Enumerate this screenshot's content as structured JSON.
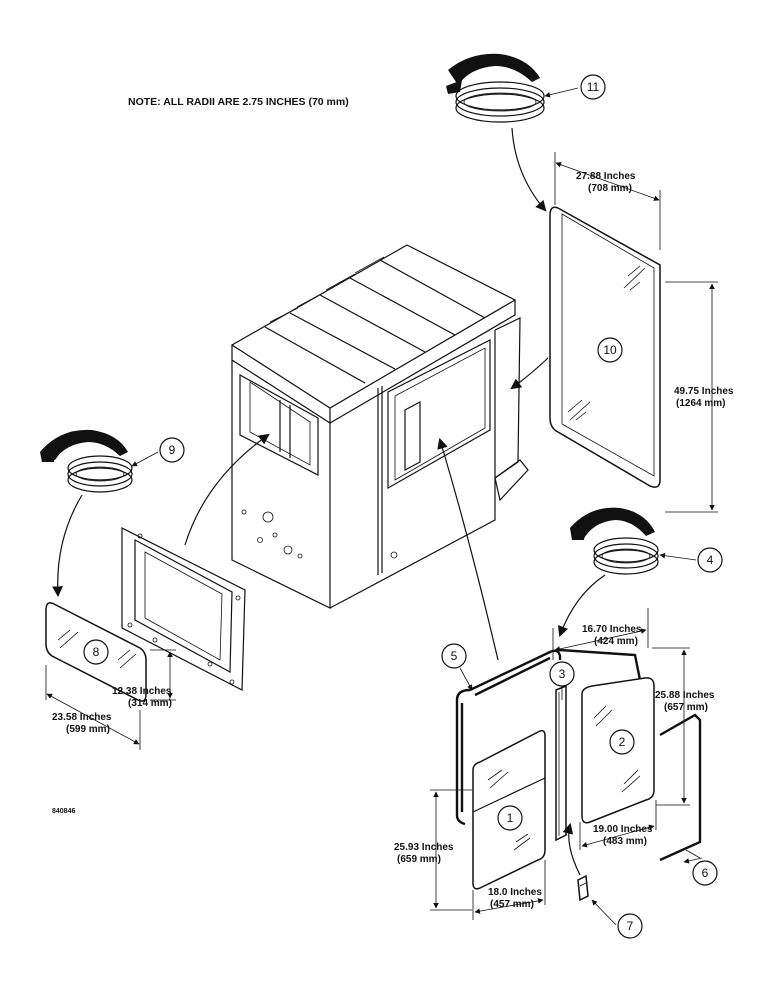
{
  "note": "NOTE: ALL RADII ARE 2.75 INCHES (70 mm)",
  "reference_number": "840846",
  "callouts": [
    "1",
    "2",
    "3",
    "4",
    "5",
    "6",
    "7",
    "8",
    "9",
    "10",
    "11"
  ],
  "dimensions": {
    "d10_width": {
      "in": "27.88 Inches",
      "mm": "(708 mm)"
    },
    "d10_height": {
      "in": "49.75 Inches",
      "mm": "(1264 mm)"
    },
    "d8_height": {
      "in": "12.38 Inches",
      "mm": "(314 mm)"
    },
    "d8_width": {
      "in": "23.58 Inches",
      "mm": "(599 mm)"
    },
    "d5_width": {
      "in": "16.70 Inches",
      "mm": "(424 mm)"
    },
    "d2_height": {
      "in": "25.88 Inches",
      "mm": "(657 mm)"
    },
    "d2_width": {
      "in": "19.00 Inches",
      "mm": "(483 mm)"
    },
    "d1_height": {
      "in": "25.93 Inches",
      "mm": "(659 mm)"
    },
    "d1_width": {
      "in": "18.0 Inches",
      "mm": "(457 mm)"
    }
  }
}
